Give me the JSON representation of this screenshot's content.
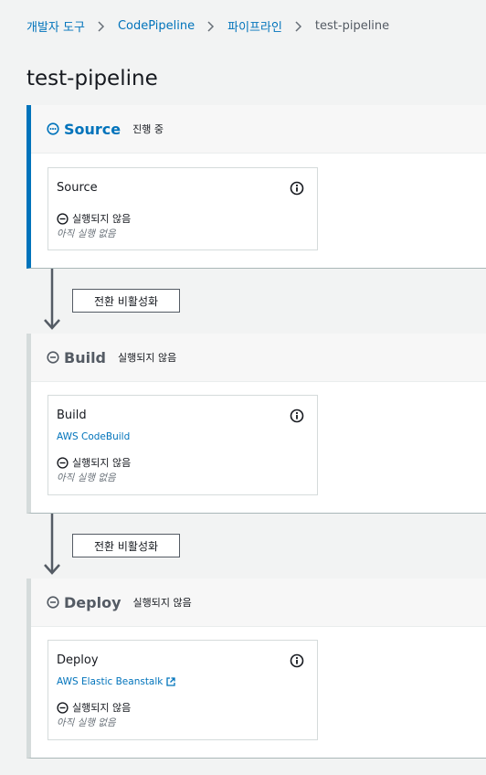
{
  "breadcrumb": {
    "items": [
      "개발자 도구",
      "CodePipeline",
      "파이프라인"
    ],
    "current": "test-pipeline"
  },
  "page": {
    "title": "test-pipeline"
  },
  "stages": [
    {
      "name": "Source",
      "status": "진행 중",
      "action": {
        "name": "Source",
        "provider": "",
        "status": "실행되지 않음",
        "note": "아직 실행 없음"
      }
    },
    {
      "name": "Build",
      "status": "실행되지 않음",
      "action": {
        "name": "Build",
        "provider": "AWS CodeBuild",
        "status": "실행되지 않음",
        "note": "아직 실행 없음"
      }
    },
    {
      "name": "Deploy",
      "status": "실행되지 않음",
      "action": {
        "name": "Deploy",
        "provider": "AWS Elastic Beanstalk",
        "status": "실행되지 않음",
        "note": "아직 실행 없음"
      }
    }
  ],
  "transitions": [
    {
      "button_label": "전환 비활성화"
    },
    {
      "button_label": "전환 비활성화"
    }
  ],
  "colors": {
    "link": "#0073bb",
    "active_border": "#0073bb",
    "inactive_border": "#d5dbdb",
    "background": "#f2f3f3"
  }
}
